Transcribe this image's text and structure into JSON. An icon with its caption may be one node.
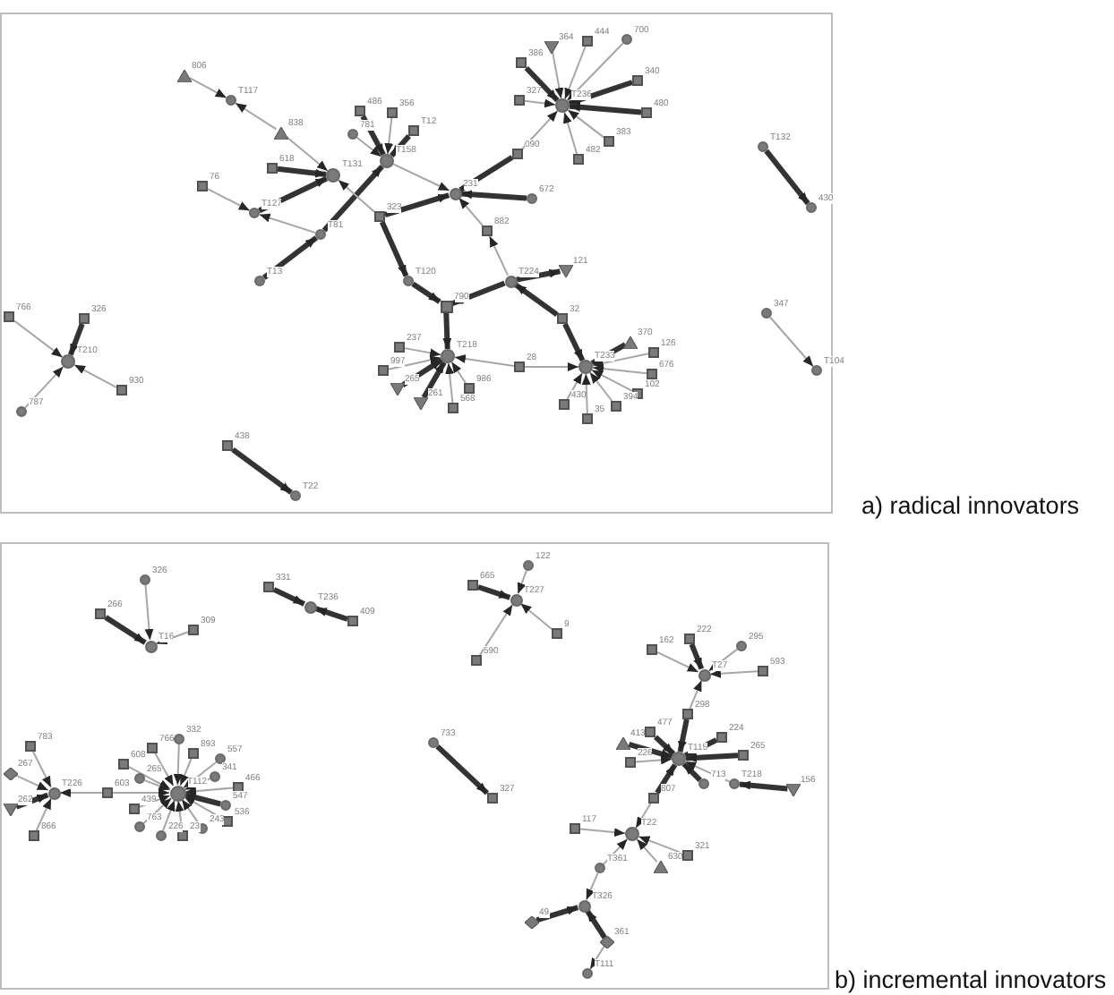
{
  "diagram": {
    "nodes": [
      {
        "text": [
          "a) radical innovators"
        ]
      },
      {
        "text": [],
        "shape": "triangle",
        "beside": [
          "806"
        ],
        "in": 0
      },
      {
        "text": [],
        "shape": "circle",
        "beside": [
          "T117"
        ],
        "in": 0
      },
      {
        "text": [],
        "shape": "triangle",
        "beside": [
          "838"
        ],
        "in": 0
      },
      {
        "text": [],
        "shape": "box",
        "beside": [
          "618"
        ],
        "in": 0
      },
      {
        "text": [],
        "shape": "box",
        "beside": [
          "76"
        ],
        "in": 0
      },
      {
        "text": [],
        "shape": "circle",
        "beside": [
          "T127"
        ],
        "in": 0
      },
      {
        "text": [],
        "shape": "circle",
        "beside": [
          "T13"
        ],
        "in": 0
      },
      {
        "text": [],
        "shape": "circle",
        "beside": [
          "T131"
        ],
        "in": 0
      },
      {
        "text": [],
        "shape": "circle",
        "beside": [
          "T81"
        ],
        "in": 0
      },
      {
        "text": [],
        "shape": "circle",
        "beside": [
          "T158"
        ],
        "in": 0
      },
      {
        "text": [],
        "shape": "box",
        "beside": [
          "486"
        ],
        "in": 0
      },
      {
        "text": [],
        "shape": "box",
        "beside": [
          "356"
        ],
        "in": 0
      },
      {
        "text": [],
        "shape": "box",
        "beside": [
          "T12"
        ],
        "in": 0
      },
      {
        "text": [],
        "shape": "circle",
        "beside": [
          "781"
        ],
        "in": 0
      },
      {
        "text": [],
        "shape": "box",
        "beside": [
          "323"
        ],
        "in": 0
      },
      {
        "text": [],
        "shape": "circle",
        "beside": [
          "231"
        ],
        "in": 0
      },
      {
        "text": [],
        "shape": "box",
        "beside": [
          "090"
        ],
        "in": 0
      },
      {
        "text": [],
        "shape": "circle",
        "beside": [
          "672"
        ],
        "in": 0
      },
      {
        "text": [],
        "shape": "box",
        "beside": [
          "882"
        ],
        "in": 0
      },
      {
        "text": [],
        "shape": "circle",
        "beside": [
          "T120"
        ],
        "in": 0
      },
      {
        "text": [],
        "shape": "box",
        "beside": [
          "790"
        ],
        "in": 0
      },
      {
        "text": [],
        "shape": "circle",
        "beside": [
          "T224"
        ],
        "in": 0
      },
      {
        "text": [],
        "shape": "inverted-triangle",
        "beside": [
          "121"
        ],
        "in": 0
      },
      {
        "text": [],
        "shape": "box",
        "beside": [
          "32"
        ],
        "in": 0
      },
      {
        "text": [],
        "shape": "circle",
        "beside": [
          "T218"
        ],
        "in": 0
      },
      {
        "text": [],
        "shape": "box",
        "beside": [
          "237"
        ],
        "in": 0
      },
      {
        "text": [],
        "shape": "box",
        "beside": [
          "997"
        ],
        "in": 0
      },
      {
        "text": [],
        "shape": "inverted-triangle",
        "beside": [
          "265"
        ],
        "in": 0
      },
      {
        "text": [],
        "shape": "inverted-triangle",
        "beside": [
          "261"
        ],
        "in": 0
      },
      {
        "text": [],
        "shape": "box",
        "beside": [
          "568"
        ],
        "in": 0
      },
      {
        "text": [],
        "shape": "box",
        "beside": [
          "986"
        ],
        "in": 0
      },
      {
        "text": [],
        "shape": "box",
        "beside": [
          "28"
        ],
        "in": 0
      },
      {
        "text": [],
        "shape": "circle",
        "beside": [
          "T233"
        ],
        "in": 0
      },
      {
        "text": [],
        "shape": "triangle",
        "beside": [
          "370"
        ],
        "in": 0
      },
      {
        "text": [],
        "shape": "box",
        "beside": [
          "126"
        ],
        "in": 0
      },
      {
        "text": [],
        "shape": "box",
        "beside": [
          "676"
        ],
        "in": 0
      },
      {
        "text": [],
        "shape": "box",
        "beside": [
          "102"
        ],
        "in": 0
      },
      {
        "text": [],
        "shape": "box",
        "beside": [
          "394"
        ],
        "in": 0
      },
      {
        "text": [],
        "shape": "box",
        "beside": [
          "35"
        ],
        "in": 0
      },
      {
        "text": [],
        "shape": "box",
        "beside": [
          "430"
        ],
        "in": 0
      },
      {
        "text": [],
        "shape": "circle",
        "beside": [
          "T236"
        ],
        "in": 0
      },
      {
        "text": [],
        "shape": "inverted-triangle",
        "beside": [
          "364"
        ],
        "in": 0
      },
      {
        "text": [],
        "shape": "box",
        "beside": [
          "386"
        ],
        "in": 0
      },
      {
        "text": [],
        "shape": "box",
        "beside": [
          "327"
        ],
        "in": 0
      },
      {
        "text": [],
        "shape": "box",
        "beside": [
          "444"
        ],
        "in": 0
      },
      {
        "text": [],
        "shape": "circle",
        "beside": [
          "700"
        ],
        "in": 0
      },
      {
        "text": [],
        "shape": "box",
        "beside": [
          "340"
        ],
        "in": 0
      },
      {
        "text": [],
        "shape": "box",
        "beside": [
          "480"
        ],
        "in": 0
      },
      {
        "text": [],
        "shape": "box",
        "beside": [
          "383"
        ],
        "in": 0
      },
      {
        "text": [],
        "shape": "box",
        "beside": [
          "482"
        ],
        "in": 0
      },
      {
        "text": [],
        "shape": "circle",
        "beside": [
          "T132"
        ],
        "in": 0
      },
      {
        "text": [],
        "shape": "circle",
        "beside": [
          "430"
        ],
        "in": 0
      },
      {
        "text": [],
        "shape": "circle",
        "beside": [
          "347"
        ],
        "in": 0
      },
      {
        "text": [],
        "shape": "circle",
        "beside": [
          "T104"
        ],
        "in": 0
      },
      {
        "text": [],
        "shape": "box",
        "beside": [
          "766"
        ],
        "in": 0
      },
      {
        "text": [],
        "shape": "box",
        "beside": [
          "326"
        ],
        "in": 0
      },
      {
        "text": [],
        "shape": "circle",
        "beside": [
          "T210"
        ],
        "in": 0
      },
      {
        "text": [],
        "shape": "box",
        "beside": [
          "930"
        ],
        "in": 0
      },
      {
        "text": [],
        "shape": "circle",
        "beside": [
          "787"
        ],
        "in": 0
      },
      {
        "text": [],
        "shape": "box",
        "beside": [
          "438"
        ],
        "in": 0
      },
      {
        "text": [],
        "shape": "circle",
        "beside": [
          "T22"
        ],
        "in": 0
      },
      {
        "text": [
          "b) incremental innovators"
        ]
      },
      {
        "text": [],
        "shape": "circle",
        "beside": [
          "326"
        ],
        "in": 62
      },
      {
        "text": [],
        "shape": "box",
        "beside": [
          "266"
        ],
        "in": 62
      },
      {
        "text": [],
        "shape": "circle",
        "beside": [
          "T16"
        ],
        "in": 62
      },
      {
        "text": [],
        "shape": "box",
        "beside": [
          "309"
        ],
        "in": 62
      },
      {
        "text": [],
        "shape": "box",
        "beside": [
          "331"
        ],
        "in": 62
      },
      {
        "text": [],
        "shape": "circle",
        "beside": [
          "T236"
        ],
        "in": 62
      },
      {
        "text": [],
        "shape": "box",
        "beside": [
          "409"
        ],
        "in": 62
      },
      {
        "text": [],
        "shape": "circle",
        "beside": [
          "122"
        ],
        "in": 62
      },
      {
        "text": [],
        "shape": "box",
        "beside": [
          "665"
        ],
        "in": 62
      },
      {
        "text": [],
        "shape": "circle",
        "beside": [
          "T227"
        ],
        "in": 62
      },
      {
        "text": [],
        "shape": "box",
        "beside": [
          "9"
        ],
        "in": 62
      },
      {
        "text": [],
        "shape": "box",
        "beside": [
          "590"
        ],
        "in": 62
      },
      {
        "text": [],
        "shape": "circle",
        "beside": [
          "733"
        ],
        "in": 62
      },
      {
        "text": [],
        "shape": "box",
        "beside": [
          "327"
        ],
        "in": 62
      },
      {
        "text": [],
        "shape": "circle",
        "beside": [
          "T226"
        ],
        "in": 62
      },
      {
        "text": [],
        "shape": "box",
        "beside": [
          "783"
        ],
        "in": 62
      },
      {
        "text": [],
        "shape": "diamond",
        "beside": [
          "267"
        ],
        "in": 62
      },
      {
        "text": [],
        "shape": "inverted-triangle",
        "beside": [
          "262"
        ],
        "in": 62
      },
      {
        "text": [],
        "shape": "box",
        "beside": [
          "866"
        ],
        "in": 62
      },
      {
        "text": [],
        "shape": "box",
        "beside": [
          "603"
        ],
        "in": 62
      },
      {
        "text": [],
        "shape": "circle",
        "beside": [
          "T112"
        ],
        "in": 62
      },
      {
        "text": [],
        "shape": "box",
        "beside": [
          "608"
        ],
        "in": 62
      },
      {
        "text": [],
        "shape": "box",
        "beside": [
          "766"
        ],
        "in": 62
      },
      {
        "text": [],
        "shape": "circle",
        "beside": [
          "332"
        ],
        "in": 62
      },
      {
        "text": [],
        "shape": "box",
        "beside": [
          "893"
        ],
        "in": 62
      },
      {
        "text": [],
        "shape": "circle",
        "beside": [
          "557"
        ],
        "in": 62
      },
      {
        "text": [],
        "shape": "circle",
        "beside": [
          "341"
        ],
        "in": 62
      },
      {
        "text": [],
        "shape": "box",
        "beside": [
          "466"
        ],
        "in": 62
      },
      {
        "text": [],
        "shape": "circle",
        "beside": [
          "547"
        ],
        "in": 62
      },
      {
        "text": [],
        "shape": "box",
        "beside": [
          "536"
        ],
        "in": 62
      },
      {
        "text": [],
        "shape": "circle",
        "beside": [
          "243"
        ],
        "in": 62
      },
      {
        "text": [],
        "shape": "box",
        "beside": [
          "23"
        ],
        "in": 62
      },
      {
        "text": [],
        "shape": "circle",
        "beside": [
          "226"
        ],
        "in": 62
      },
      {
        "text": [],
        "shape": "circle",
        "beside": [
          "763"
        ],
        "in": 62
      },
      {
        "text": [],
        "shape": "box",
        "beside": [
          "439"
        ],
        "in": 62
      },
      {
        "text": [],
        "shape": "circle",
        "beside": [
          "265"
        ],
        "in": 62
      },
      {
        "text": [],
        "shape": "box",
        "beside": [
          "162"
        ],
        "in": 62
      },
      {
        "text": [],
        "shape": "box",
        "beside": [
          "222"
        ],
        "in": 62
      },
      {
        "text": [],
        "shape": "circle",
        "beside": [
          "295"
        ],
        "in": 62
      },
      {
        "text": [],
        "shape": "circle",
        "beside": [
          "T27"
        ],
        "in": 62
      },
      {
        "text": [],
        "shape": "box",
        "beside": [
          "593"
        ],
        "in": 62
      },
      {
        "text": [],
        "shape": "box",
        "beside": [
          "298"
        ],
        "in": 62
      },
      {
        "text": [],
        "shape": "circle",
        "beside": [
          "T115"
        ],
        "in": 62
      },
      {
        "text": [],
        "shape": "box",
        "beside": [
          "477"
        ],
        "in": 62
      },
      {
        "text": [],
        "shape": "triangle",
        "beside": [
          "413"
        ],
        "in": 62
      },
      {
        "text": [],
        "shape": "box",
        "beside": [
          "226"
        ],
        "in": 62
      },
      {
        "text": [],
        "shape": "box",
        "beside": [
          "224"
        ],
        "in": 62
      },
      {
        "text": [],
        "shape": "box",
        "beside": [
          "265"
        ],
        "in": 62
      },
      {
        "text": [],
        "shape": "circle",
        "beside": [
          "713"
        ],
        "in": 62
      },
      {
        "text": [],
        "shape": "circle",
        "beside": [
          "T218"
        ],
        "in": 62
      },
      {
        "text": [],
        "shape": "inverted-triangle",
        "beside": [
          "156"
        ],
        "in": 62
      },
      {
        "text": [],
        "shape": "box",
        "beside": [
          "807"
        ],
        "in": 62
      },
      {
        "text": [],
        "shape": "circle",
        "beside": [
          "T22"
        ],
        "in": 62
      },
      {
        "text": [],
        "shape": "box",
        "beside": [
          "117"
        ],
        "in": 62
      },
      {
        "text": [],
        "shape": "box",
        "beside": [
          "321"
        ],
        "in": 62
      },
      {
        "text": [],
        "shape": "triangle",
        "beside": [
          "630"
        ],
        "in": 62
      },
      {
        "text": [],
        "shape": "circle",
        "beside": [
          "T361"
        ],
        "in": 62
      },
      {
        "text": [],
        "shape": "circle",
        "beside": [
          "T326"
        ],
        "in": 62
      },
      {
        "text": [],
        "shape": "diamond",
        "beside": [
          "49"
        ],
        "in": 62
      },
      {
        "text": [],
        "shape": "diamond",
        "beside": [
          "361"
        ],
        "in": 62
      },
      {
        "text": [],
        "shape": "circle",
        "beside": [
          "T111"
        ],
        "in": 62
      }
    ],
    "edges": [
      {
        "from": 1,
        "to": 2,
        "arrow": "to"
      },
      {
        "from": 3,
        "to": 2,
        "arrow": "to"
      },
      {
        "from": 3,
        "to": 8,
        "arrow": "to"
      },
      {
        "from": 4,
        "to": 8,
        "arrow": "to",
        "style": "thick",
        "color": "#333333"
      },
      {
        "from": 6,
        "to": 8,
        "arrow": "to",
        "style": "thick",
        "color": "#333333"
      },
      {
        "from": 5,
        "to": 6,
        "arrow": "to"
      },
      {
        "from": 9,
        "to": 6,
        "arrow": "to"
      },
      {
        "from": 7,
        "to": 9,
        "arrow": "to",
        "style": "thick",
        "color": "#333333"
      },
      {
        "from": 9,
        "to": 10,
        "arrow": "to",
        "style": "thick",
        "color": "#333333"
      },
      {
        "from": 11,
        "to": 10,
        "arrow": "to",
        "style": "thick",
        "color": "#333333"
      },
      {
        "from": 12,
        "to": 10,
        "arrow": "to"
      },
      {
        "from": 13,
        "to": 10,
        "arrow": "to",
        "style": "thick",
        "color": "#333333"
      },
      {
        "from": 14,
        "to": 10,
        "arrow": "to"
      },
      {
        "from": 15,
        "to": 8,
        "arrow": "to"
      },
      {
        "from": 10,
        "to": 16,
        "arrow": "to"
      },
      {
        "from": 15,
        "to": 16,
        "arrow": "to",
        "style": "thick",
        "color": "#333333"
      },
      {
        "from": 17,
        "to": 16,
        "arrow": "to",
        "style": "thick",
        "color": "#333333"
      },
      {
        "from": 17,
        "to": 41,
        "arrow": "to"
      },
      {
        "from": 18,
        "to": 16,
        "arrow": "to",
        "style": "thick",
        "color": "#333333"
      },
      {
        "from": 19,
        "to": 16,
        "arrow": "to"
      },
      {
        "from": 22,
        "to": 19,
        "arrow": "to"
      },
      {
        "from": 15,
        "to": 20,
        "arrow": "to",
        "style": "thick",
        "color": "#333333"
      },
      {
        "from": 20,
        "to": 21,
        "arrow": "to",
        "style": "thick",
        "color": "#333333"
      },
      {
        "from": 22,
        "to": 21,
        "arrow": "to",
        "style": "thick",
        "color": "#333333"
      },
      {
        "from": 22,
        "to": 23,
        "arrow": "to",
        "style": "thick",
        "color": "#333333"
      },
      {
        "from": 24,
        "to": 22,
        "arrow": "to",
        "style": "thick",
        "color": "#333333"
      },
      {
        "from": 24,
        "to": 33,
        "arrow": "to",
        "style": "thick",
        "color": "#333333"
      },
      {
        "from": 21,
        "to": 25,
        "arrow": "to",
        "style": "thick",
        "color": "#333333"
      },
      {
        "from": 26,
        "to": 25,
        "arrow": "to"
      },
      {
        "from": 27,
        "to": 25,
        "arrow": "to"
      },
      {
        "from": 28,
        "to": 25,
        "arrow": "to",
        "style": "thick",
        "color": "#333333"
      },
      {
        "from": 29,
        "to": 25,
        "arrow": "to",
        "style": "thick",
        "color": "#333333"
      },
      {
        "from": 30,
        "to": 25,
        "arrow": "to"
      },
      {
        "from": 31,
        "to": 25,
        "arrow": "to"
      },
      {
        "from": 32,
        "to": 25,
        "arrow": "to"
      },
      {
        "from": 32,
        "to": 33,
        "arrow": "to"
      },
      {
        "from": 34,
        "to": 33,
        "arrow": "to",
        "style": "thick",
        "color": "#333333"
      },
      {
        "from": 35,
        "to": 33,
        "arrow": "to"
      },
      {
        "from": 36,
        "to": 33,
        "arrow": "to"
      },
      {
        "from": 37,
        "to": 33,
        "arrow": "to"
      },
      {
        "from": 38,
        "to": 33,
        "arrow": "to"
      },
      {
        "from": 39,
        "to": 33,
        "arrow": "to"
      },
      {
        "from": 40,
        "to": 33,
        "arrow": "to"
      },
      {
        "from": 42,
        "to": 41,
        "arrow": "to"
      },
      {
        "from": 43,
        "to": 41,
        "arrow": "to",
        "style": "thick",
        "color": "#333333"
      },
      {
        "from": 44,
        "to": 41,
        "arrow": "to"
      },
      {
        "from": 45,
        "to": 41,
        "arrow": "to"
      },
      {
        "from": 46,
        "to": 41,
        "arrow": "to"
      },
      {
        "from": 47,
        "to": 41,
        "arrow": "to",
        "style": "thick",
        "color": "#333333"
      },
      {
        "from": 48,
        "to": 41,
        "arrow": "to",
        "style": "thick",
        "color": "#333333"
      },
      {
        "from": 49,
        "to": 41,
        "arrow": "to"
      },
      {
        "from": 50,
        "to": 41,
        "arrow": "to"
      },
      {
        "from": 51,
        "to": 52,
        "arrow": "to",
        "style": "thick",
        "color": "#333333"
      },
      {
        "from": 53,
        "to": 54,
        "arrow": "to"
      },
      {
        "from": 55,
        "to": 57,
        "arrow": "to"
      },
      {
        "from": 56,
        "to": 57,
        "arrow": "to",
        "style": "thick",
        "color": "#333333"
      },
      {
        "from": 58,
        "to": 57,
        "arrow": "to"
      },
      {
        "from": 59,
        "to": 57,
        "arrow": "to"
      },
      {
        "from": 60,
        "to": 61,
        "arrow": "to",
        "style": "thick",
        "color": "#333333"
      },
      {
        "from": 63,
        "to": 65,
        "arrow": "to"
      },
      {
        "from": 64,
        "to": 65,
        "arrow": "to",
        "style": "thick",
        "color": "#333333"
      },
      {
        "from": 66,
        "to": 65,
        "arrow": "to"
      },
      {
        "from": 67,
        "to": 68,
        "arrow": "to",
        "style": "thick",
        "color": "#333333"
      },
      {
        "from": 69,
        "to": 68,
        "arrow": "to",
        "style": "thick",
        "color": "#333333"
      },
      {
        "from": 70,
        "to": 72,
        "arrow": "to"
      },
      {
        "from": 71,
        "to": 72,
        "arrow": "to",
        "style": "thick",
        "color": "#333333"
      },
      {
        "from": 73,
        "to": 72,
        "arrow": "to"
      },
      {
        "from": 74,
        "to": 72,
        "arrow": "to"
      },
      {
        "from": 75,
        "to": 76,
        "arrow": "to",
        "style": "thick",
        "color": "#333333"
      },
      {
        "from": 78,
        "to": 77,
        "arrow": "to"
      },
      {
        "from": 79,
        "to": 77,
        "arrow": "to"
      },
      {
        "from": 80,
        "to": 77,
        "arrow": "to",
        "style": "thick",
        "color": "#333333"
      },
      {
        "from": 81,
        "to": 77,
        "arrow": "to"
      },
      {
        "from": 82,
        "to": 77,
        "arrow": "to"
      },
      {
        "from": 82,
        "to": 83,
        "arrow": "to"
      },
      {
        "from": 84,
        "to": 83,
        "arrow": "to"
      },
      {
        "from": 85,
        "to": 83,
        "arrow": "to"
      },
      {
        "from": 86,
        "to": 83,
        "arrow": "to"
      },
      {
        "from": 87,
        "to": 83,
        "arrow": "to"
      },
      {
        "from": 88,
        "to": 83,
        "arrow": "to"
      },
      {
        "from": 89,
        "to": 83,
        "arrow": "to"
      },
      {
        "from": 90,
        "to": 83,
        "arrow": "to"
      },
      {
        "from": 91,
        "to": 83,
        "arrow": "to",
        "style": "thick",
        "color": "#333333"
      },
      {
        "from": 92,
        "to": 83,
        "arrow": "to"
      },
      {
        "from": 93,
        "to": 83,
        "arrow": "to"
      },
      {
        "from": 94,
        "to": 83,
        "arrow": "to"
      },
      {
        "from": 95,
        "to": 83,
        "arrow": "to"
      },
      {
        "from": 96,
        "to": 83,
        "arrow": "to"
      },
      {
        "from": 97,
        "to": 83,
        "arrow": "to"
      },
      {
        "from": 98,
        "to": 83,
        "arrow": "to"
      },
      {
        "from": 99,
        "to": 102,
        "arrow": "to"
      },
      {
        "from": 100,
        "to": 102,
        "arrow": "to",
        "style": "thick",
        "color": "#333333"
      },
      {
        "from": 101,
        "to": 102,
        "arrow": "to"
      },
      {
        "from": 103,
        "to": 102,
        "arrow": "to"
      },
      {
        "from": 104,
        "to": 102,
        "arrow": "to"
      },
      {
        "from": 104,
        "to": 105,
        "arrow": "to",
        "style": "thick",
        "color": "#333333"
      },
      {
        "from": 106,
        "to": 105,
        "arrow": "to",
        "style": "thick",
        "color": "#333333"
      },
      {
        "from": 107,
        "to": 105,
        "arrow": "to",
        "style": "thick",
        "color": "#333333"
      },
      {
        "from": 108,
        "to": 105,
        "arrow": "to"
      },
      {
        "from": 109,
        "to": 105,
        "arrow": "to",
        "style": "thick",
        "color": "#333333"
      },
      {
        "from": 110,
        "to": 105,
        "arrow": "to",
        "style": "thick",
        "color": "#333333"
      },
      {
        "from": 111,
        "to": 105,
        "arrow": "to",
        "style": "thick",
        "color": "#333333"
      },
      {
        "from": 112,
        "to": 105,
        "arrow": "to"
      },
      {
        "from": 113,
        "to": 112,
        "arrow": "to",
        "style": "thick",
        "color": "#333333"
      },
      {
        "from": 114,
        "to": 105,
        "arrow": "to",
        "style": "thick",
        "color": "#333333"
      },
      {
        "from": 114,
        "to": 115,
        "arrow": "to"
      },
      {
        "from": 116,
        "to": 115,
        "arrow": "to"
      },
      {
        "from": 117,
        "to": 115,
        "arrow": "to"
      },
      {
        "from": 118,
        "to": 115,
        "arrow": "to"
      },
      {
        "from": 119,
        "to": 115,
        "arrow": "to"
      },
      {
        "from": 119,
        "to": 120,
        "arrow": "to"
      },
      {
        "from": 121,
        "to": 120,
        "arrow": "to",
        "style": "thick",
        "color": "#333333"
      },
      {
        "from": 122,
        "to": 120,
        "arrow": "to",
        "style": "thick",
        "color": "#333333"
      },
      {
        "from": 122,
        "to": 123,
        "arrow": "to"
      }
    ]
  }
}
